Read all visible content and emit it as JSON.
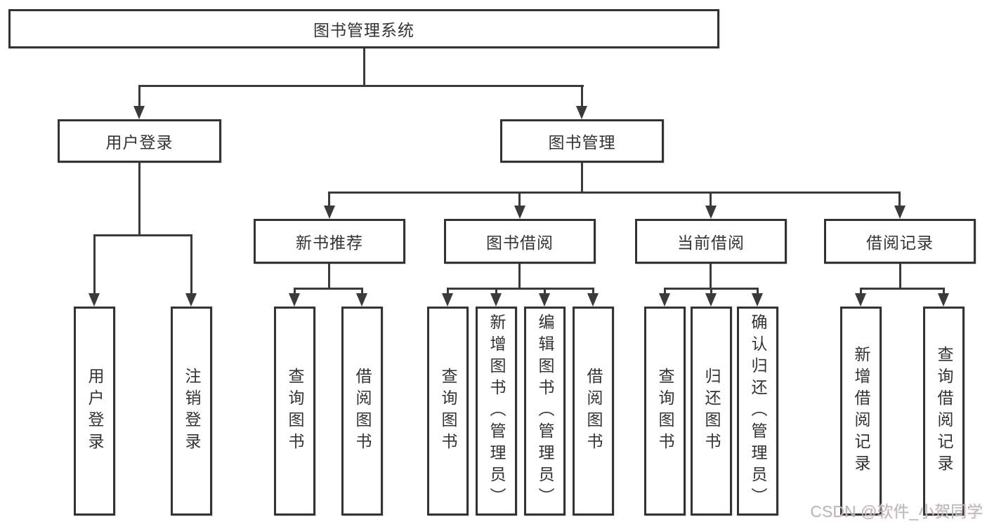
{
  "nodes": {
    "root": "图书管理系统",
    "user_login": "用户登录",
    "book_management": "图书管理",
    "new_book_recommend": "新书推荐",
    "book_borrow": "图书借阅",
    "current_borrow": "当前借阅",
    "borrow_record": "借阅记录",
    "leaf_user_login": "用户登录",
    "leaf_logout": "注销登录",
    "leaf_nb_query_book": "查询图书",
    "leaf_nb_borrow_book": "借阅图书",
    "leaf_bb_query_book": "查询图书",
    "leaf_bb_add_book": "新增图书（管理员）",
    "leaf_bb_edit_book": "编辑图书（管理员）",
    "leaf_bb_borrow_book": "借阅图书",
    "leaf_cb_query_book": "查询图书",
    "leaf_cb_return_book": "归还图书",
    "leaf_cb_confirm_return": "确认归还（管理员）",
    "leaf_br_add_record": "新增借阅记录",
    "leaf_br_query_record": "查询借阅记录"
  },
  "watermark": "CSDN @软件_小贺同学",
  "colors": {
    "line": "#3a3a3a",
    "text": "#333333",
    "watermark": "#b9b9b9",
    "background": "#ffffff"
  }
}
